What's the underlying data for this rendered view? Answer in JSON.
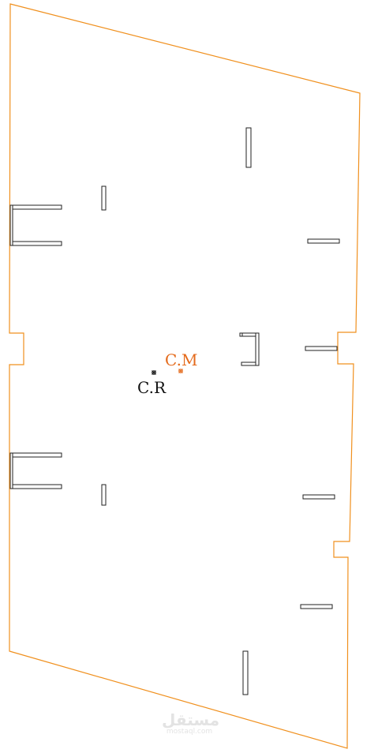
{
  "labels": {
    "center_of_mass": "C.M",
    "center_of_rigidity": "C.R"
  },
  "colors": {
    "outline": "#f0901e",
    "center_of_mass": "#e46a1b",
    "center_of_rigidity": "#111111",
    "walls": "#222222",
    "watermark": "#e3e3e3"
  },
  "watermark": {
    "arabic": "مستقل",
    "latin": "mostaql.com"
  }
}
